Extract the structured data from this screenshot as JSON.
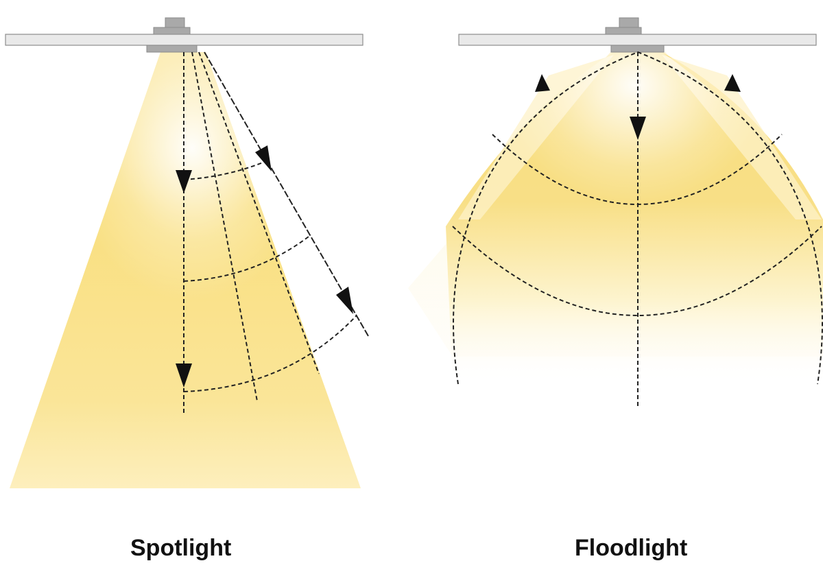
{
  "diagram": {
    "type": "beam-angle-comparison",
    "panels": [
      {
        "id": "spotlight",
        "label": "Spotlight",
        "beam": "narrow cone",
        "beam_color": "#f7d767",
        "elements": [
          "ceiling-bar",
          "light-fixture",
          "light-cone",
          "center-ray-arrows",
          "side-rays",
          "intensity-arcs"
        ]
      },
      {
        "id": "floodlight",
        "label": "Floodlight",
        "beam": "wide spread",
        "beam_color": "#f7d767",
        "elements": [
          "ceiling-bar",
          "light-fixture",
          "light-spread",
          "boundary-arc-arrows",
          "center-ray-arrow",
          "intensity-arcs"
        ]
      }
    ],
    "colors": {
      "ceiling_fill": "#e8e8e8",
      "ceiling_stroke": "#8c8c8c",
      "fixture_fill": "#a9a9a9",
      "fixture_stroke": "#8a8a8a",
      "line_color": "#222222",
      "beam_yellow": "#f7d767",
      "beam_light": "#fdf3c8",
      "background": "#ffffff"
    }
  }
}
